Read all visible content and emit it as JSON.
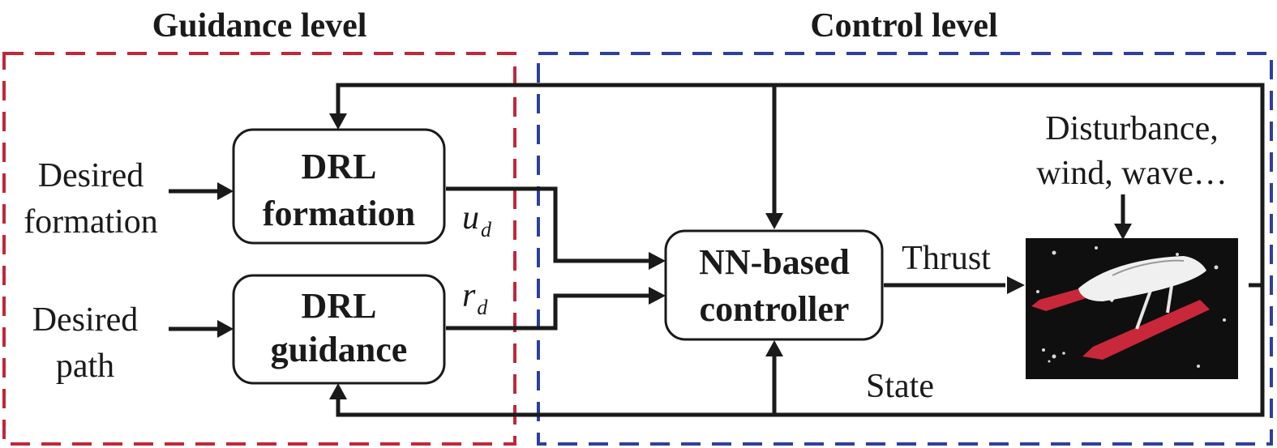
{
  "levels": {
    "guidance_title": "Guidance level",
    "control_title": "Control level",
    "guidance_color": "#c0283a",
    "control_color": "#2f3f9e"
  },
  "blocks": {
    "formation": {
      "line1": "DRL",
      "line2": "formation"
    },
    "guidance": {
      "line1": "DRL",
      "line2": "guidance"
    },
    "controller": {
      "line1": "NN-based",
      "line2": "controller"
    }
  },
  "inputs": {
    "formation": {
      "line1": "Desired",
      "line2": "formation"
    },
    "path": {
      "line1": "Desired",
      "line2": "path"
    }
  },
  "signals": {
    "ud_main": "u",
    "ud_sub": "d",
    "rd_main": "r",
    "rd_sub": "d",
    "thrust": "Thrust",
    "state": "State"
  },
  "disturbance": {
    "line1": "Disturbance,",
    "line2": "wind, wave…"
  }
}
